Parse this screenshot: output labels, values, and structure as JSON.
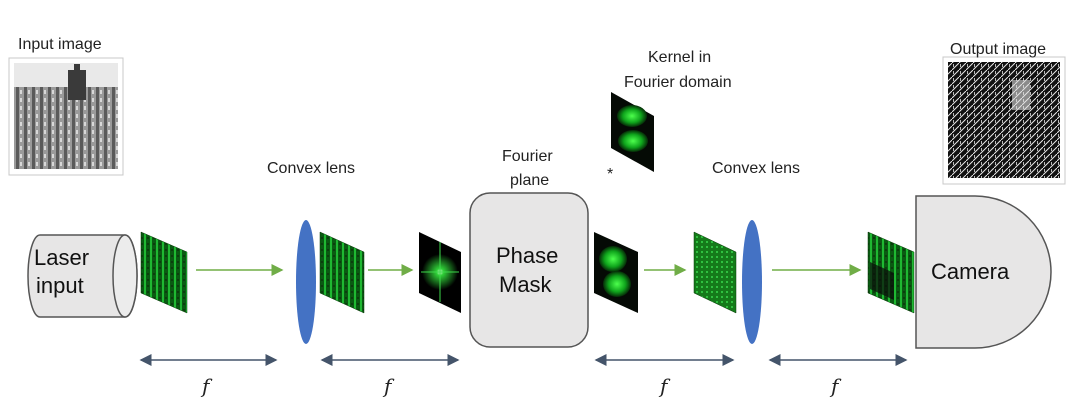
{
  "labels": {
    "input_image": "Input image",
    "output_image": "Output image",
    "kernel_line1": "Kernel in",
    "kernel_line2": "Fourier domain",
    "fourier_line1": "Fourier",
    "fourier_line2": "plane",
    "convex_lens_1": "Convex lens",
    "convex_lens_2": "Convex lens",
    "laser_line1": "Laser",
    "laser_line2": "input",
    "phase_line1": "Phase",
    "phase_line2": "Mask",
    "camera": "Camera",
    "convolution_symbol": "*",
    "focal_symbol": "f"
  },
  "colors": {
    "lens": "#4472c4",
    "beam_arrow": "#70ad47",
    "dimension_arrow": "#44546a",
    "device_fill": "#e7e6e6",
    "device_stroke": "#555555",
    "green_pattern": "#00b050"
  }
}
